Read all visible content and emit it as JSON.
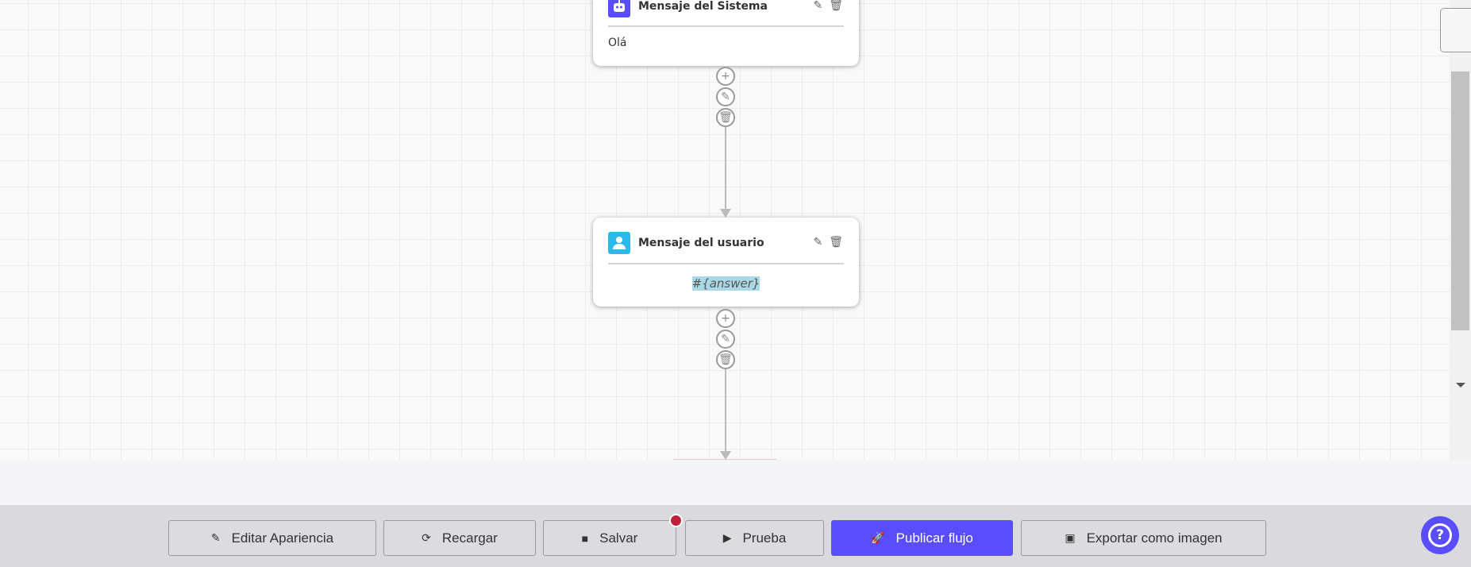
{
  "nodes": [
    {
      "title": "Mensaje del Sistema",
      "content": "Olá",
      "icon": "robot-icon",
      "icon_color": "#5a4dfd"
    },
    {
      "title": "Mensaje del usuario",
      "content": "#{answer}",
      "icon": "user-icon",
      "icon_color": "#2bb9e8"
    }
  ],
  "toolbar": {
    "edit_appearance": "Editar Apariencia",
    "reload": "Recargar",
    "save": "Salvar",
    "test": "Prueba",
    "publish": "Publicar flujo",
    "export": "Exportar como imagen"
  },
  "colors": {
    "accent": "#5a4dfd",
    "unsaved_dot": "#c0203a"
  }
}
